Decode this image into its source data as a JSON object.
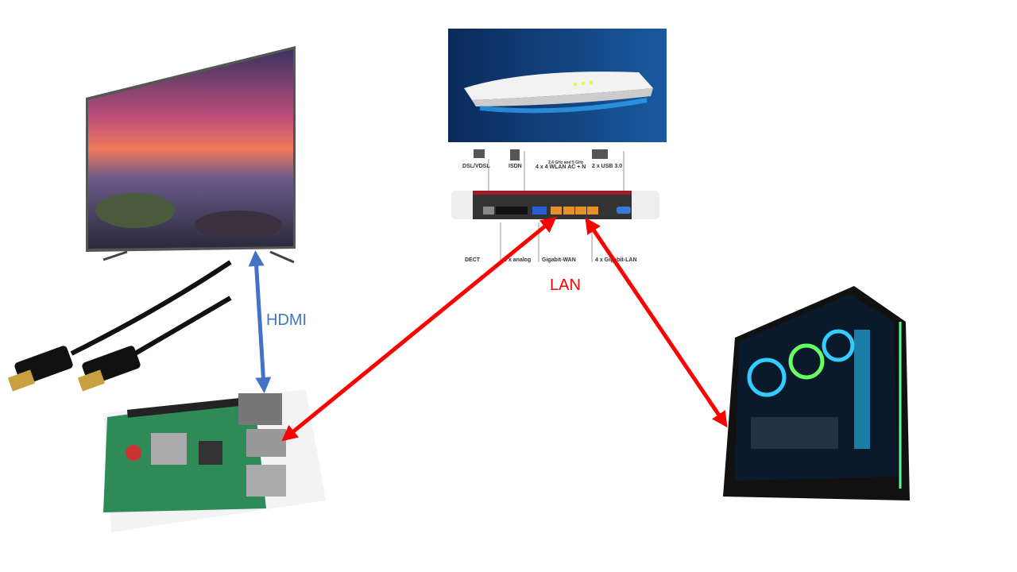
{
  "labels": {
    "hdmi": "HDMI",
    "lan": "LAN"
  },
  "router_specs": {
    "dsl": "DSL/VDSL",
    "isdn": "ISDN",
    "wlan_band": "2,4 GHz and 5 GHz",
    "wlan": "4 x 4 WLAN AC + N",
    "usb": "2 x USB 3.0",
    "dect": "DECT",
    "analog": "2 x analog",
    "wan": "Gigabit-WAN",
    "lan": "4 x Gigabit-LAN"
  },
  "colors": {
    "hdmi": "#4472C4",
    "lan": "#FF0000"
  }
}
